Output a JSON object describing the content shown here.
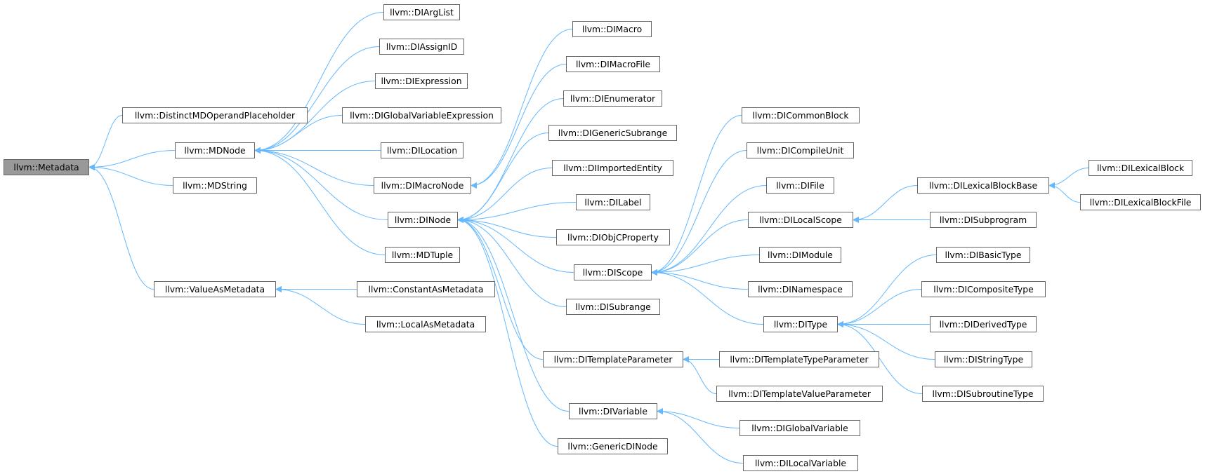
{
  "diagram": {
    "type": "inheritance-graph",
    "edge_color": "#63b8ff",
    "node_border_color": "#666666",
    "highlight_fill": "#999999",
    "nodes": [
      {
        "id": "Metadata",
        "label": "llvm::Metadata",
        "highlighted": true
      },
      {
        "id": "DistinctMDOperandPlaceholder",
        "label": "llvm::DistinctMDOperandPlaceholder"
      },
      {
        "id": "MDNode",
        "label": "llvm::MDNode"
      },
      {
        "id": "MDString",
        "label": "llvm::MDString"
      },
      {
        "id": "ValueAsMetadata",
        "label": "llvm::ValueAsMetadata"
      },
      {
        "id": "DIArgList",
        "label": "llvm::DIArgList"
      },
      {
        "id": "DIAssignID",
        "label": "llvm::DIAssignID"
      },
      {
        "id": "DIExpression",
        "label": "llvm::DIExpression"
      },
      {
        "id": "DIGlobalVariableExpression",
        "label": "llvm::DIGlobalVariableExpression"
      },
      {
        "id": "DILocation",
        "label": "llvm::DILocation"
      },
      {
        "id": "DIMacroNode",
        "label": "llvm::DIMacroNode"
      },
      {
        "id": "DINode",
        "label": "llvm::DINode"
      },
      {
        "id": "MDTuple",
        "label": "llvm::MDTuple"
      },
      {
        "id": "ConstantAsMetadata",
        "label": "llvm::ConstantAsMetadata"
      },
      {
        "id": "LocalAsMetadata",
        "label": "llvm::LocalAsMetadata"
      },
      {
        "id": "DIMacro",
        "label": "llvm::DIMacro"
      },
      {
        "id": "DIMacroFile",
        "label": "llvm::DIMacroFile"
      },
      {
        "id": "DIEnumerator",
        "label": "llvm::DIEnumerator"
      },
      {
        "id": "DIGenericSubrange",
        "label": "llvm::DIGenericSubrange"
      },
      {
        "id": "DIImportedEntity",
        "label": "llvm::DIImportedEntity"
      },
      {
        "id": "DILabel",
        "label": "llvm::DILabel"
      },
      {
        "id": "DIObjCProperty",
        "label": "llvm::DIObjCProperty"
      },
      {
        "id": "DIScope",
        "label": "llvm::DIScope"
      },
      {
        "id": "DISubrange",
        "label": "llvm::DISubrange"
      },
      {
        "id": "DITemplateParameter",
        "label": "llvm::DITemplateParameter"
      },
      {
        "id": "DIVariable",
        "label": "llvm::DIVariable"
      },
      {
        "id": "GenericDINode",
        "label": "llvm::GenericDINode"
      },
      {
        "id": "DICommonBlock",
        "label": "llvm::DICommonBlock"
      },
      {
        "id": "DICompileUnit",
        "label": "llvm::DICompileUnit"
      },
      {
        "id": "DIFile",
        "label": "llvm::DIFile"
      },
      {
        "id": "DILocalScope",
        "label": "llvm::DILocalScope"
      },
      {
        "id": "DIModule",
        "label": "llvm::DIModule"
      },
      {
        "id": "DINamespace",
        "label": "llvm::DINamespace"
      },
      {
        "id": "DIType",
        "label": "llvm::DIType"
      },
      {
        "id": "DITemplateTypeParameter",
        "label": "llvm::DITemplateTypeParameter"
      },
      {
        "id": "DITemplateValueParameter",
        "label": "llvm::DITemplateValueParameter"
      },
      {
        "id": "DIGlobalVariable",
        "label": "llvm::DIGlobalVariable"
      },
      {
        "id": "DILocalVariable",
        "label": "llvm::DILocalVariable"
      },
      {
        "id": "DILexicalBlockBase",
        "label": "llvm::DILexicalBlockBase"
      },
      {
        "id": "DISubprogram",
        "label": "llvm::DISubprogram"
      },
      {
        "id": "DIBasicType",
        "label": "llvm::DIBasicType"
      },
      {
        "id": "DICompositeType",
        "label": "llvm::DICompositeType"
      },
      {
        "id": "DIDerivedType",
        "label": "llvm::DIDerivedType"
      },
      {
        "id": "DIStringType",
        "label": "llvm::DIStringType"
      },
      {
        "id": "DISubroutineType",
        "label": "llvm::DISubroutineType"
      },
      {
        "id": "DILexicalBlock",
        "label": "llvm::DILexicalBlock"
      },
      {
        "id": "DILexicalBlockFile",
        "label": "llvm::DILexicalBlockFile"
      }
    ],
    "edges": [
      {
        "parent": "Metadata",
        "child": "DistinctMDOperandPlaceholder"
      },
      {
        "parent": "Metadata",
        "child": "MDNode"
      },
      {
        "parent": "Metadata",
        "child": "MDString"
      },
      {
        "parent": "Metadata",
        "child": "ValueAsMetadata"
      },
      {
        "parent": "MDNode",
        "child": "DIArgList"
      },
      {
        "parent": "MDNode",
        "child": "DIAssignID"
      },
      {
        "parent": "MDNode",
        "child": "DIExpression"
      },
      {
        "parent": "MDNode",
        "child": "DIGlobalVariableExpression"
      },
      {
        "parent": "MDNode",
        "child": "DILocation"
      },
      {
        "parent": "MDNode",
        "child": "DIMacroNode"
      },
      {
        "parent": "MDNode",
        "child": "DINode"
      },
      {
        "parent": "MDNode",
        "child": "MDTuple"
      },
      {
        "parent": "ValueAsMetadata",
        "child": "ConstantAsMetadata"
      },
      {
        "parent": "ValueAsMetadata",
        "child": "LocalAsMetadata"
      },
      {
        "parent": "DIMacroNode",
        "child": "DIMacro"
      },
      {
        "parent": "DIMacroNode",
        "child": "DIMacroFile"
      },
      {
        "parent": "DINode",
        "child": "DIEnumerator"
      },
      {
        "parent": "DINode",
        "child": "DIGenericSubrange"
      },
      {
        "parent": "DINode",
        "child": "DIImportedEntity"
      },
      {
        "parent": "DINode",
        "child": "DILabel"
      },
      {
        "parent": "DINode",
        "child": "DIObjCProperty"
      },
      {
        "parent": "DINode",
        "child": "DIScope"
      },
      {
        "parent": "DINode",
        "child": "DISubrange"
      },
      {
        "parent": "DINode",
        "child": "DITemplateParameter"
      },
      {
        "parent": "DINode",
        "child": "DIVariable"
      },
      {
        "parent": "DINode",
        "child": "GenericDINode"
      },
      {
        "parent": "DIScope",
        "child": "DICommonBlock"
      },
      {
        "parent": "DIScope",
        "child": "DICompileUnit"
      },
      {
        "parent": "DIScope",
        "child": "DIFile"
      },
      {
        "parent": "DIScope",
        "child": "DILocalScope"
      },
      {
        "parent": "DIScope",
        "child": "DIModule"
      },
      {
        "parent": "DIScope",
        "child": "DINamespace"
      },
      {
        "parent": "DIScope",
        "child": "DIType"
      },
      {
        "parent": "DITemplateParameter",
        "child": "DITemplateTypeParameter"
      },
      {
        "parent": "DITemplateParameter",
        "child": "DITemplateValueParameter"
      },
      {
        "parent": "DIVariable",
        "child": "DIGlobalVariable"
      },
      {
        "parent": "DIVariable",
        "child": "DILocalVariable"
      },
      {
        "parent": "DILocalScope",
        "child": "DILexicalBlockBase"
      },
      {
        "parent": "DILocalScope",
        "child": "DISubprogram"
      },
      {
        "parent": "DIType",
        "child": "DIBasicType"
      },
      {
        "parent": "DIType",
        "child": "DICompositeType"
      },
      {
        "parent": "DIType",
        "child": "DIDerivedType"
      },
      {
        "parent": "DIType",
        "child": "DIStringType"
      },
      {
        "parent": "DIType",
        "child": "DISubroutineType"
      },
      {
        "parent": "DILexicalBlockBase",
        "child": "DILexicalBlock"
      },
      {
        "parent": "DILexicalBlockBase",
        "child": "DILexicalBlockFile"
      }
    ]
  }
}
